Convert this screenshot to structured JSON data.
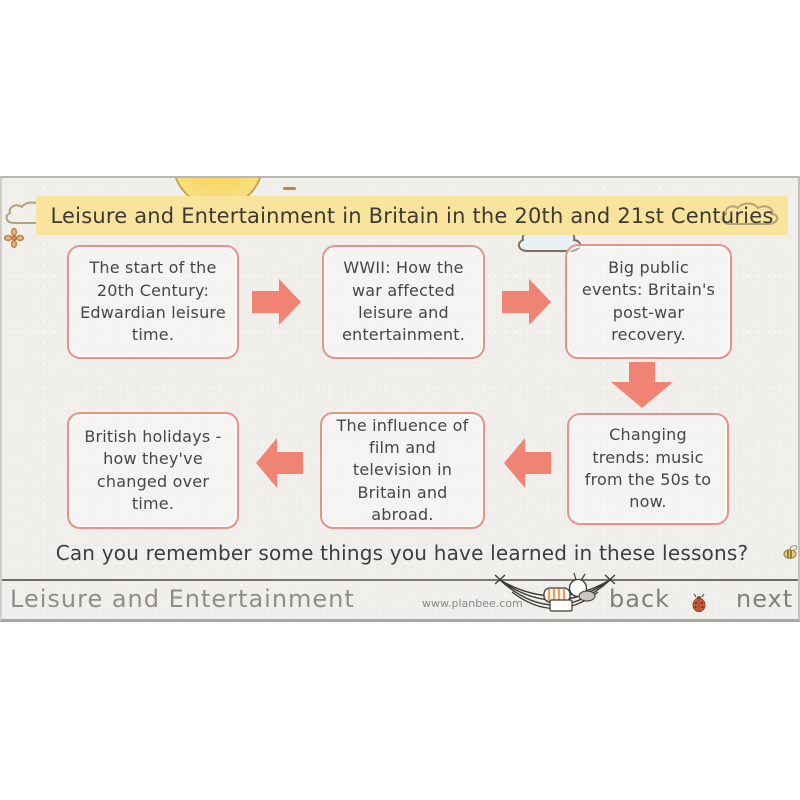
{
  "slide": {
    "title": "Leisure and Entertainment in Britain in the 20th and 21st Centuries",
    "flow_boxes": [
      {
        "label": "The start of the 20th Century: Edwardian leisure time."
      },
      {
        "label": "WWII: How the war affected leisure and entertainment."
      },
      {
        "label": "Big public events: Britain's post-war recovery."
      },
      {
        "label": "British holidays - how they've changed over time."
      },
      {
        "label": "The influence of film and television in Britain and abroad."
      },
      {
        "label": "Changing trends: music from the 50s to now."
      }
    ],
    "question": "Can you remember some things you have learned in these lessons?",
    "footer": {
      "lesson_title": "Leisure and Entertainment",
      "website": "www.planbee.com",
      "back_label": "back",
      "next_label": "next"
    },
    "icons": [
      "sun-icon",
      "cloud-icon",
      "flower-icon",
      "bee-icon",
      "arrow-right-icon",
      "arrow-down-icon",
      "arrow-left-icon",
      "hammock-bee-icon",
      "ladybug-icon"
    ],
    "colors": {
      "title_highlight": "#f9e49e",
      "box_border": "#e8938a",
      "arrow_fill": "#f18374",
      "paper_background": "#f1efec",
      "body_text": "#474644",
      "footer_text": "#8f8d8a"
    }
  }
}
